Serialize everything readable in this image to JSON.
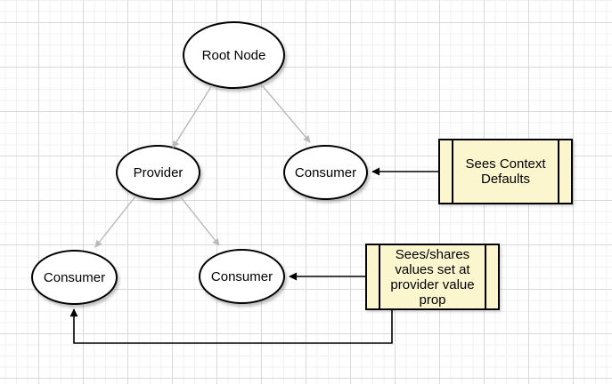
{
  "diagram": {
    "nodes": [
      {
        "id": "root",
        "label": "Root Node"
      },
      {
        "id": "provider",
        "label": "Provider"
      },
      {
        "id": "consumer-mid",
        "label": "Consumer"
      },
      {
        "id": "consumer-bottom-left",
        "label": "Consumer"
      },
      {
        "id": "consumer-bottom-mid",
        "label": "Consumer"
      }
    ],
    "notes": [
      {
        "id": "note-context-defaults",
        "label": "Sees Context Defaults"
      },
      {
        "id": "note-provider-value",
        "label": "Sees/shares values set at provider value prop"
      }
    ],
    "edges": [
      {
        "from": "root",
        "to": "provider",
        "style": "gray-arrow"
      },
      {
        "from": "root",
        "to": "consumer-mid",
        "style": "gray-arrow"
      },
      {
        "from": "provider",
        "to": "consumer-bottom-left",
        "style": "gray-arrow"
      },
      {
        "from": "provider",
        "to": "consumer-bottom-mid",
        "style": "gray-arrow"
      },
      {
        "from": "note-context-defaults",
        "to": "consumer-mid",
        "style": "black-arrow"
      },
      {
        "from": "note-provider-value",
        "to": "consumer-bottom-mid",
        "style": "black-arrow"
      },
      {
        "from": "note-provider-value",
        "to": "consumer-bottom-left",
        "style": "black-arrow-routed"
      }
    ],
    "colors": {
      "node_fill": "#ffffff",
      "note_fill": "#fcf6ce",
      "stroke": "#000000",
      "tree_edge": "#b9b9b9",
      "grid_minor": "#f0f0f0",
      "grid_major": "#d9d9d9",
      "background": "#ffffff"
    }
  }
}
